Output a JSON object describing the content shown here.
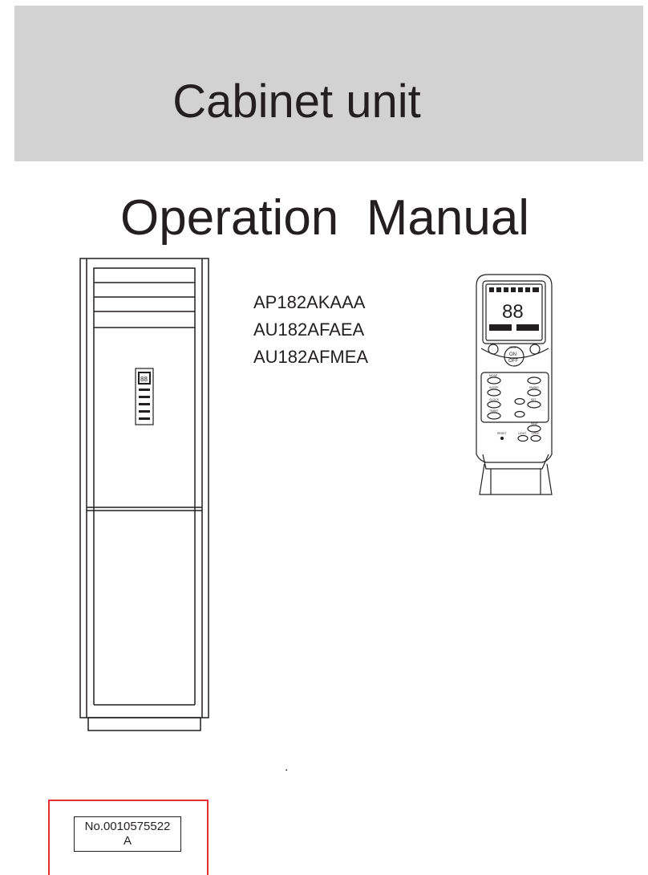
{
  "header": {
    "title": "Cabinet unit"
  },
  "document": {
    "title": "Operation  Manual",
    "models": [
      "AP182AKAAA",
      "AU182AFAEA",
      "AU182AFMEA"
    ],
    "dot": ".",
    "doc_number": "No.0010575522",
    "revision": "A"
  },
  "remote": {
    "display_digits": "88",
    "on_label": "ON",
    "off_label": "OFF",
    "temp_label": "TEMP",
    "mode_label": "MODE",
    "sleep_label": "SLEEP",
    "swing_label": "SWING",
    "clock_label": "CLOCK",
    "set_label": "SET",
    "timer_label": "TIMER",
    "heat_label": "HEAT",
    "reset_label": "RESET",
    "light_label": "LIGHT",
    "lock_label": "LOCK"
  },
  "colors": {
    "banner": "#d2d2d2",
    "text": "#231f20",
    "frame": "#e03030"
  }
}
